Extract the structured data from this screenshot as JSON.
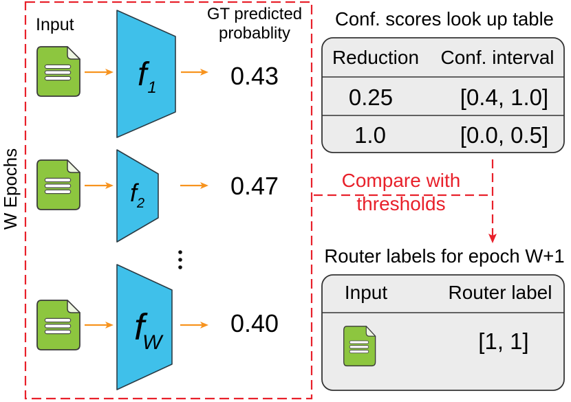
{
  "colors": {
    "epoch_border": "#e8202a",
    "annotation": "#e8202a",
    "arrow": "#f7931e",
    "model_fill": "#3fc0ea",
    "document_fill": "#8dc63f",
    "table_fill": "#ececec"
  },
  "epochs_panel": {
    "side_label": "W Epochs",
    "input_header": "Input",
    "output_header_lines": [
      "GT predicted",
      "probablity"
    ],
    "rows": [
      {
        "input_icon": "document-icon",
        "model_name": "f",
        "model_subscript": "1",
        "probability": "0.43"
      },
      {
        "input_icon": "document-icon",
        "model_name": "f",
        "model_subscript": "2",
        "probability": "0.47"
      },
      {
        "input_icon": "document-icon",
        "model_name": "f",
        "model_subscript": "W",
        "probability": "0.40"
      }
    ],
    "ellipsis_icon": "vertical-ellipsis-icon"
  },
  "lookup_table": {
    "title": "Conf. scores look up table",
    "headers": [
      "Reduction",
      "Conf. interval"
    ],
    "rows": [
      [
        "0.25",
        "[0.4, 1.0]"
      ],
      [
        "1.0",
        "[0.0, 0.5]"
      ]
    ]
  },
  "comparison": {
    "label_lines": [
      "Compare with",
      "thresholds"
    ]
  },
  "router_labels": {
    "title": "Router labels for epoch W+1",
    "headers": [
      "Input",
      "Router label"
    ],
    "rows": [
      {
        "input_icon": "document-icon",
        "label": "[1, 1]"
      }
    ]
  }
}
